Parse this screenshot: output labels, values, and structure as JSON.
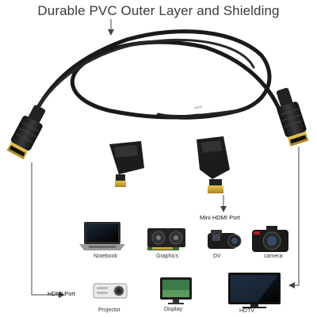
{
  "heading": "Durable PVC Outer Layer and Shielding",
  "cable_print": "HDMI",
  "ports": {
    "mini_hdmi": "Mini HDMI Port",
    "hdmi": "HDMI Port"
  },
  "devices": {
    "notebook": "Notebook",
    "graphics": "Graphics",
    "dv": "DV",
    "camera": "camera",
    "projector": "Projector",
    "display": "Display",
    "hdtv": "HDTV"
  },
  "colors": {
    "cable": "#1a1a1a",
    "gold": "#c9a227",
    "arrow": "#444444"
  }
}
